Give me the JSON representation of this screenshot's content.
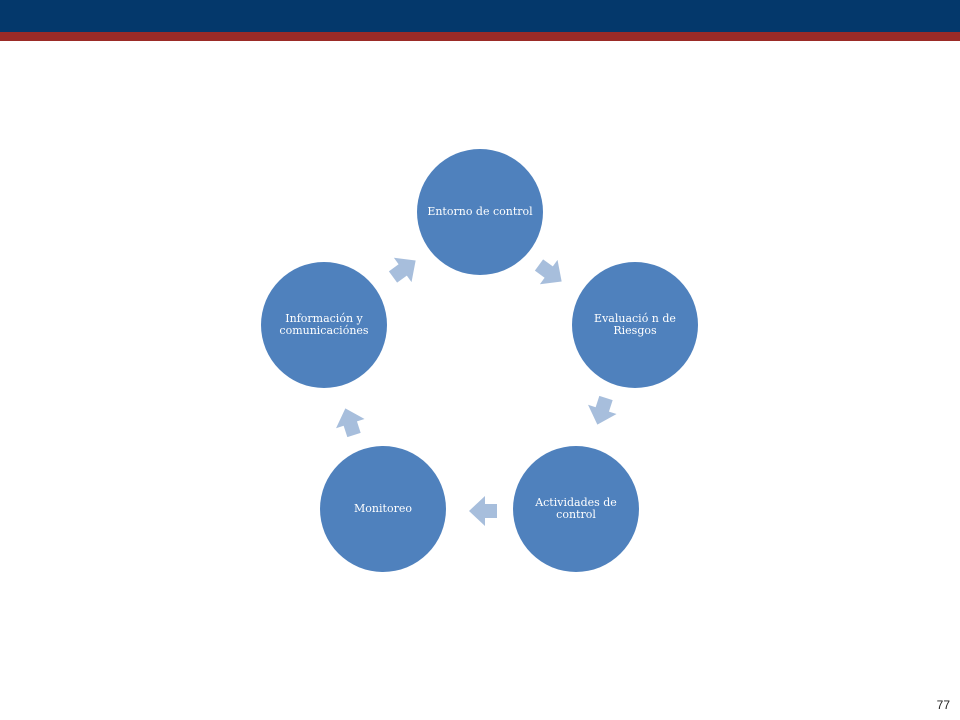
{
  "diagram": {
    "nodes": [
      {
        "label": "Entorno de control"
      },
      {
        "label": "Evaluació n de Riesgos"
      },
      {
        "label": "Actividades de control"
      },
      {
        "label": "Monitoreo"
      },
      {
        "label": "Información y comunicaciónes"
      }
    ],
    "colors": {
      "node_fill": "#4f81bd",
      "arrow_fill": "#a7bedc",
      "header_bar": "#04386b",
      "accent_bar": "#9b2b27"
    }
  },
  "footer": {
    "page_number": "77"
  }
}
